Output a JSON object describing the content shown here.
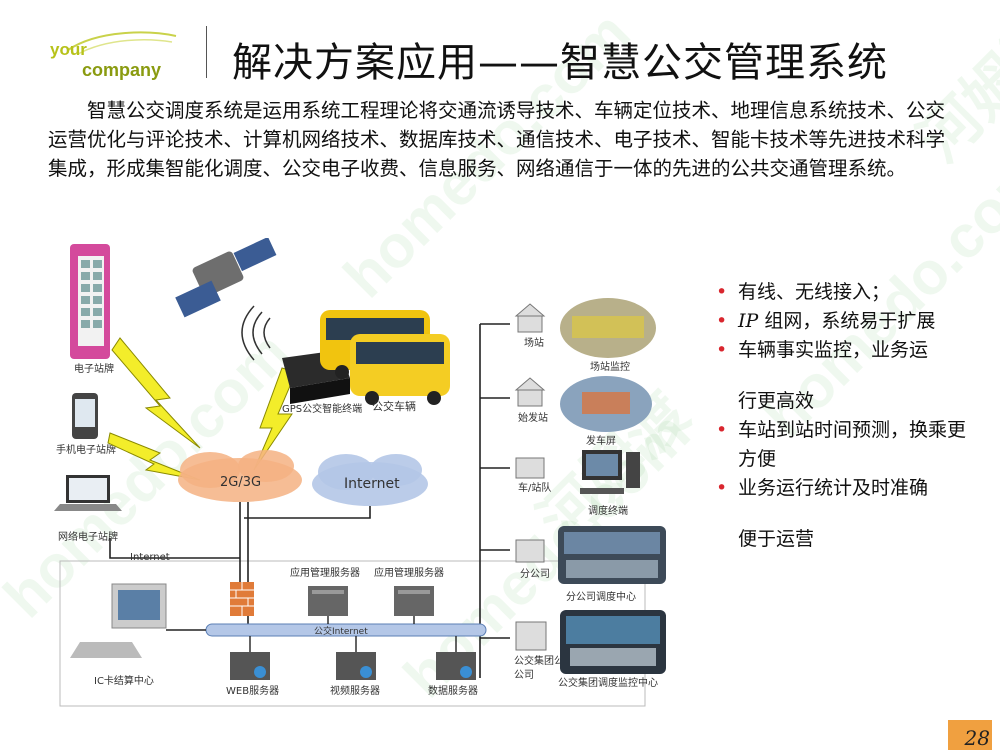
{
  "logo": {
    "line1": "your",
    "line2": "company"
  },
  "title": "解决方案应用——智慧公交管理系统",
  "intro": "智慧公交调度系统是运用系统工程理论将交通流诱导技术、车辆定位技术、地理信息系统技术、公交运营优化与评论技术、计算机网络技术、数据库技术、通信技术、电子技术、智能卡技术等先进技术科学集成，形成集智能化调度、公交电子收费、信息服务、网络通信于一体的先进的公共交通管理系统。",
  "diagram": {
    "left_devices": [
      "电子站牌",
      "手机电子站牌",
      "网络电子站牌"
    ],
    "gps_label": "GPS公交智能终端",
    "bus_label": "公交车辆",
    "cloud_2g3g": "2G/3G",
    "cloud_internet": "Internet",
    "internet_small": "Internet",
    "app_servers": [
      "应用管理服务器",
      "应用管理服务器"
    ],
    "backbone": "公交Internet",
    "bottom_servers": [
      "WEB服务器",
      "视频服务器",
      "数据服务器"
    ],
    "ic_center": "IC卡结算中心",
    "right_nodes": [
      "场站",
      "始发站",
      "车/站队",
      "分公司",
      "公交集团公司"
    ],
    "right_pics": [
      "场站监控",
      "发车屏",
      "调度终端",
      "分公司调度中心",
      "公交集团调度监控中心"
    ]
  },
  "bullets": [
    {
      "text": "有线、无线接入；"
    },
    {
      "prefix": "IP",
      "text": " 组网，系统易于扩展"
    },
    {
      "text": "车辆事实监控，业务运"
    },
    {
      "cont": "行更高效"
    },
    {
      "text": "车站到站时间预测，换乘更方便"
    },
    {
      "text": "业务运行统计及时准确"
    },
    {
      "cont": "便于运营"
    }
  ],
  "page_number": "28",
  "watermark": "homedo.com",
  "watermark_cn": "河姆渡",
  "colors": {
    "bullet": "#d9262e",
    "page_badge": "#f0a040",
    "logo": "#9aad12"
  }
}
